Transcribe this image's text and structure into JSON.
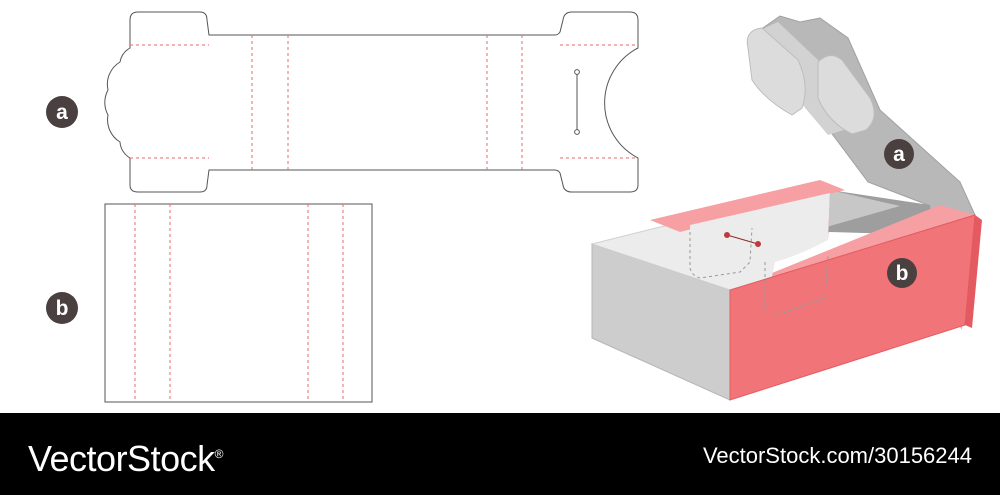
{
  "labels": {
    "net_a": "a",
    "net_b": "b",
    "box_a": "a",
    "box_b": "b"
  },
  "footer": {
    "brand": "VectorStock",
    "brand_mark": "®",
    "credit": "VectorStock.com/30156244"
  },
  "colors": {
    "cut_line": "#555555",
    "fold_line": "#e86a6a",
    "badge": "#4a4040",
    "box_sleeve": "#f07478",
    "box_sleeve_top": "#f7a0a3",
    "box_grey": "#cccccc",
    "box_grey_dark": "#b5b5b5",
    "footer_bg": "#000000"
  }
}
